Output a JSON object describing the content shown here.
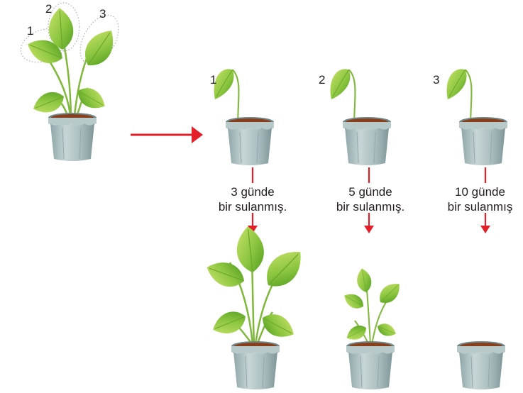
{
  "source_plant": {
    "leaf_labels": [
      "1",
      "2",
      "3"
    ]
  },
  "cuttings": [
    {
      "label": "1",
      "caption_line1": "3 günde",
      "caption_line2": "bir sulanmış.",
      "result": "large-plant"
    },
    {
      "label": "2",
      "caption_line1": "5 günde",
      "caption_line2": "bir sulanmış.",
      "result": "small-plant"
    },
    {
      "label": "3",
      "caption_line1": "10 günde",
      "caption_line2": "bir sulanmış",
      "result": "no-plant"
    }
  ],
  "colors": {
    "arrow": "#e3202a",
    "leaf": "#8cc63f",
    "leaf_dark": "#4e9a1f",
    "pot": "#a9bcbd",
    "soil": "#8a3f1c"
  }
}
